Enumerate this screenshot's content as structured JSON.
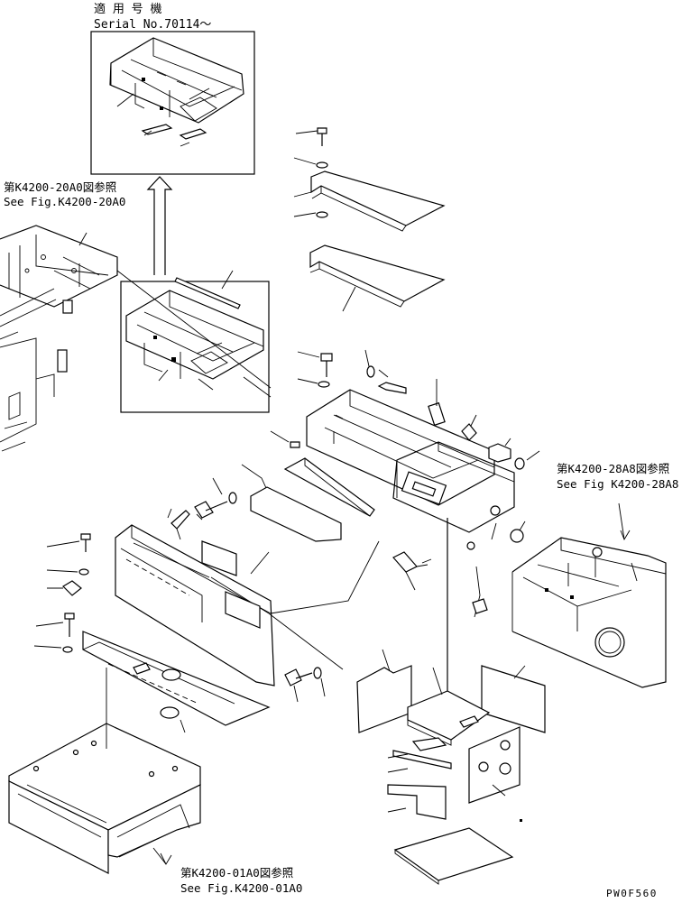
{
  "header": {
    "applicable_model_jp": "適 用 号 機",
    "serial_no": "Serial No.70114～"
  },
  "references": [
    {
      "jp": "第K4200-20A0図参照",
      "en": "See Fig.K4200-20A0"
    },
    {
      "jp": "第K4200-28A8図参照",
      "en": "See Fig K4200-28A8"
    },
    {
      "jp": "第K4200-01A0図参照",
      "en": "See Fig.K4200-01A0"
    }
  ],
  "figure_code": "PW0F560"
}
